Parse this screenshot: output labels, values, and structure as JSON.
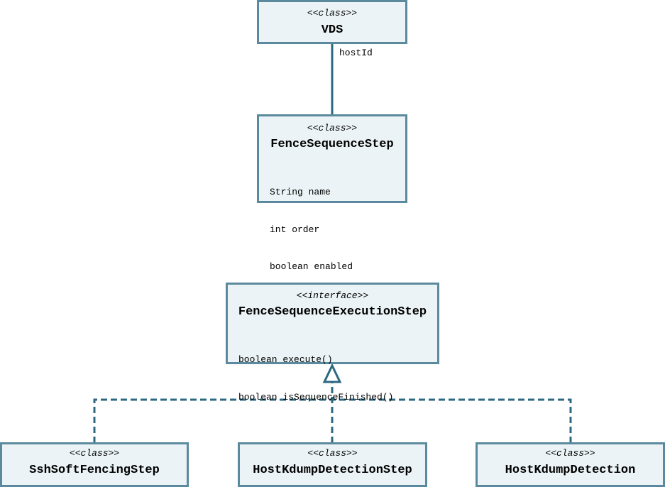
{
  "classes": {
    "vds": {
      "stereotype": "<<class>>",
      "name": "VDS"
    },
    "fence_sequence_step": {
      "stereotype": "<<class>>",
      "name": "FenceSequenceStep",
      "members": [
        "String name",
        "int order",
        "boolean enabled"
      ]
    },
    "fence_sequence_execution_step": {
      "stereotype": "<<interface>>",
      "name": "FenceSequenceExecutionStep",
      "members": [
        "boolean execute()",
        "boolean isSequenceFinished()"
      ]
    },
    "ssh_soft_fencing_step": {
      "stereotype": "<<class>>",
      "name": "SshSoftFencingStep"
    },
    "host_kdump_detection_step": {
      "stereotype": "<<class>>",
      "name": "HostKdumpDetectionStep"
    },
    "host_kdump_detection": {
      "stereotype": "<<class>>",
      "name": "HostKdumpDetection"
    }
  },
  "associations": {
    "vds_to_fence_sequence_step": {
      "label": "hostId"
    }
  },
  "colors": {
    "box_fill": "#ebf3f6",
    "box_border": "#5b8a9e",
    "connector": "#2c6882"
  }
}
